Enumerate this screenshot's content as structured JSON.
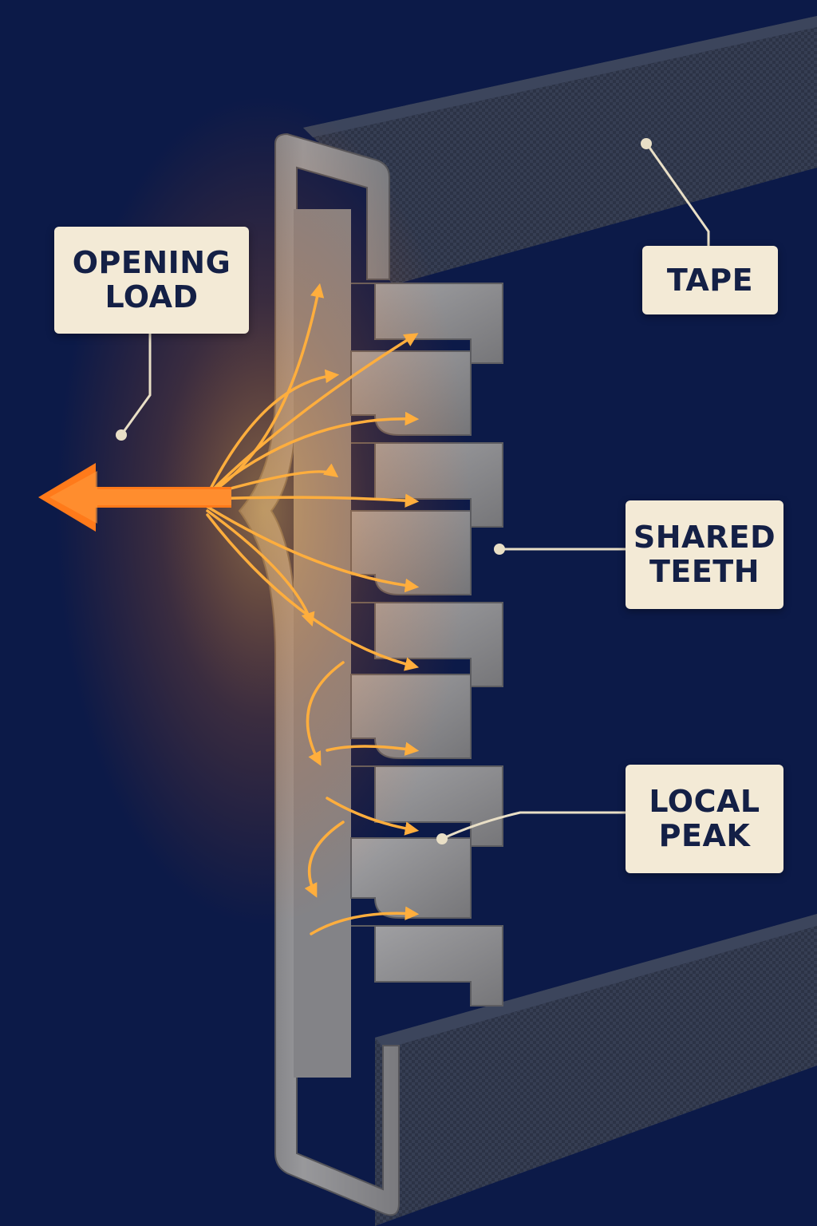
{
  "labels": {
    "opening_load": {
      "line1": "OPENING",
      "line2": "LOAD"
    },
    "tape": {
      "line1": "TAPE"
    },
    "shared_teeth": {
      "line1": "SHARED",
      "line2": "TEETH"
    },
    "local_peak": {
      "line1": "LOCAL",
      "line2": "PEAK"
    }
  },
  "colors": {
    "background": "#0c1a48",
    "tape": "#2b3245",
    "metal": "#8a8a8c",
    "load_arrow": "#ff7a1a",
    "label_bg": "#f3ead6",
    "label_text": "#142046",
    "leader_line": "#e9dfc6"
  }
}
